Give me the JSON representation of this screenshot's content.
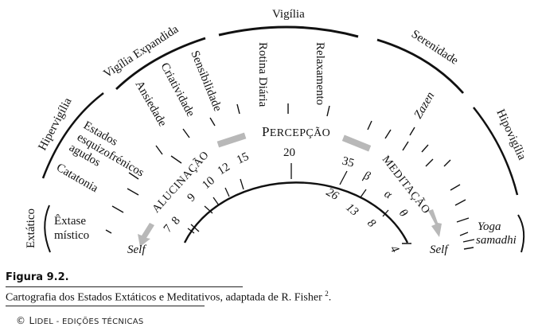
{
  "figure": {
    "title": "Figura 9.2.",
    "caption": "Cartografia dos Estados Extáticos e Meditativos, adaptada de R. Fisher",
    "caption_footnote": "2",
    "caption_end": ".",
    "publisher_symbol": "©",
    "publisher_first": "L",
    "publisher_rest": "IDEL - EDIÇÕES TÉCNICAS"
  },
  "outer_states": {
    "extatico": "Extático",
    "hipervigilia": "Hipervigília",
    "vigilia_expandida": "Vigília Expandida",
    "vigilia": "Vigília",
    "serenidade": "Serenidade",
    "hipovigilia": "Hipovigília"
  },
  "inner_states_left": {
    "extase_line1": "Êxtase",
    "extase_line2": "místico",
    "catatonia": "Catatonia",
    "estados_line1": "Estados",
    "estados_line2": "esquizofrénicos",
    "estados_line3": "agudos",
    "ansiedade": "Ansiedade",
    "criatividade": "Criatividade",
    "sensibilidade": "Sensibilidade"
  },
  "inner_states_center": {
    "rotina": "Rotina Diária",
    "relaxamento": "Relaxamento"
  },
  "inner_states_right": {
    "zazen": "Zazen",
    "yoga_line1": "Yoga",
    "yoga_line2": "samadhi"
  },
  "axes": {
    "alucinacao": "ALUCINAÇÃO",
    "percepcao_first": "P",
    "percepcao_rest": "ERCEPÇÃO",
    "meditacao": "MEDITAÇÃO",
    "self_left": "Self",
    "self_right": "Self"
  },
  "scales": {
    "ergotropic": [
      "7",
      "8",
      "9",
      "10",
      "12",
      "15"
    ],
    "center": "20",
    "trophotropic": [
      "35",
      "26",
      "13",
      "8",
      "4"
    ],
    "eeg_bands": [
      "β",
      "α",
      "θ"
    ]
  },
  "colors": {
    "ink": "#111111",
    "arrow_gray": "#b8b8b8"
  }
}
